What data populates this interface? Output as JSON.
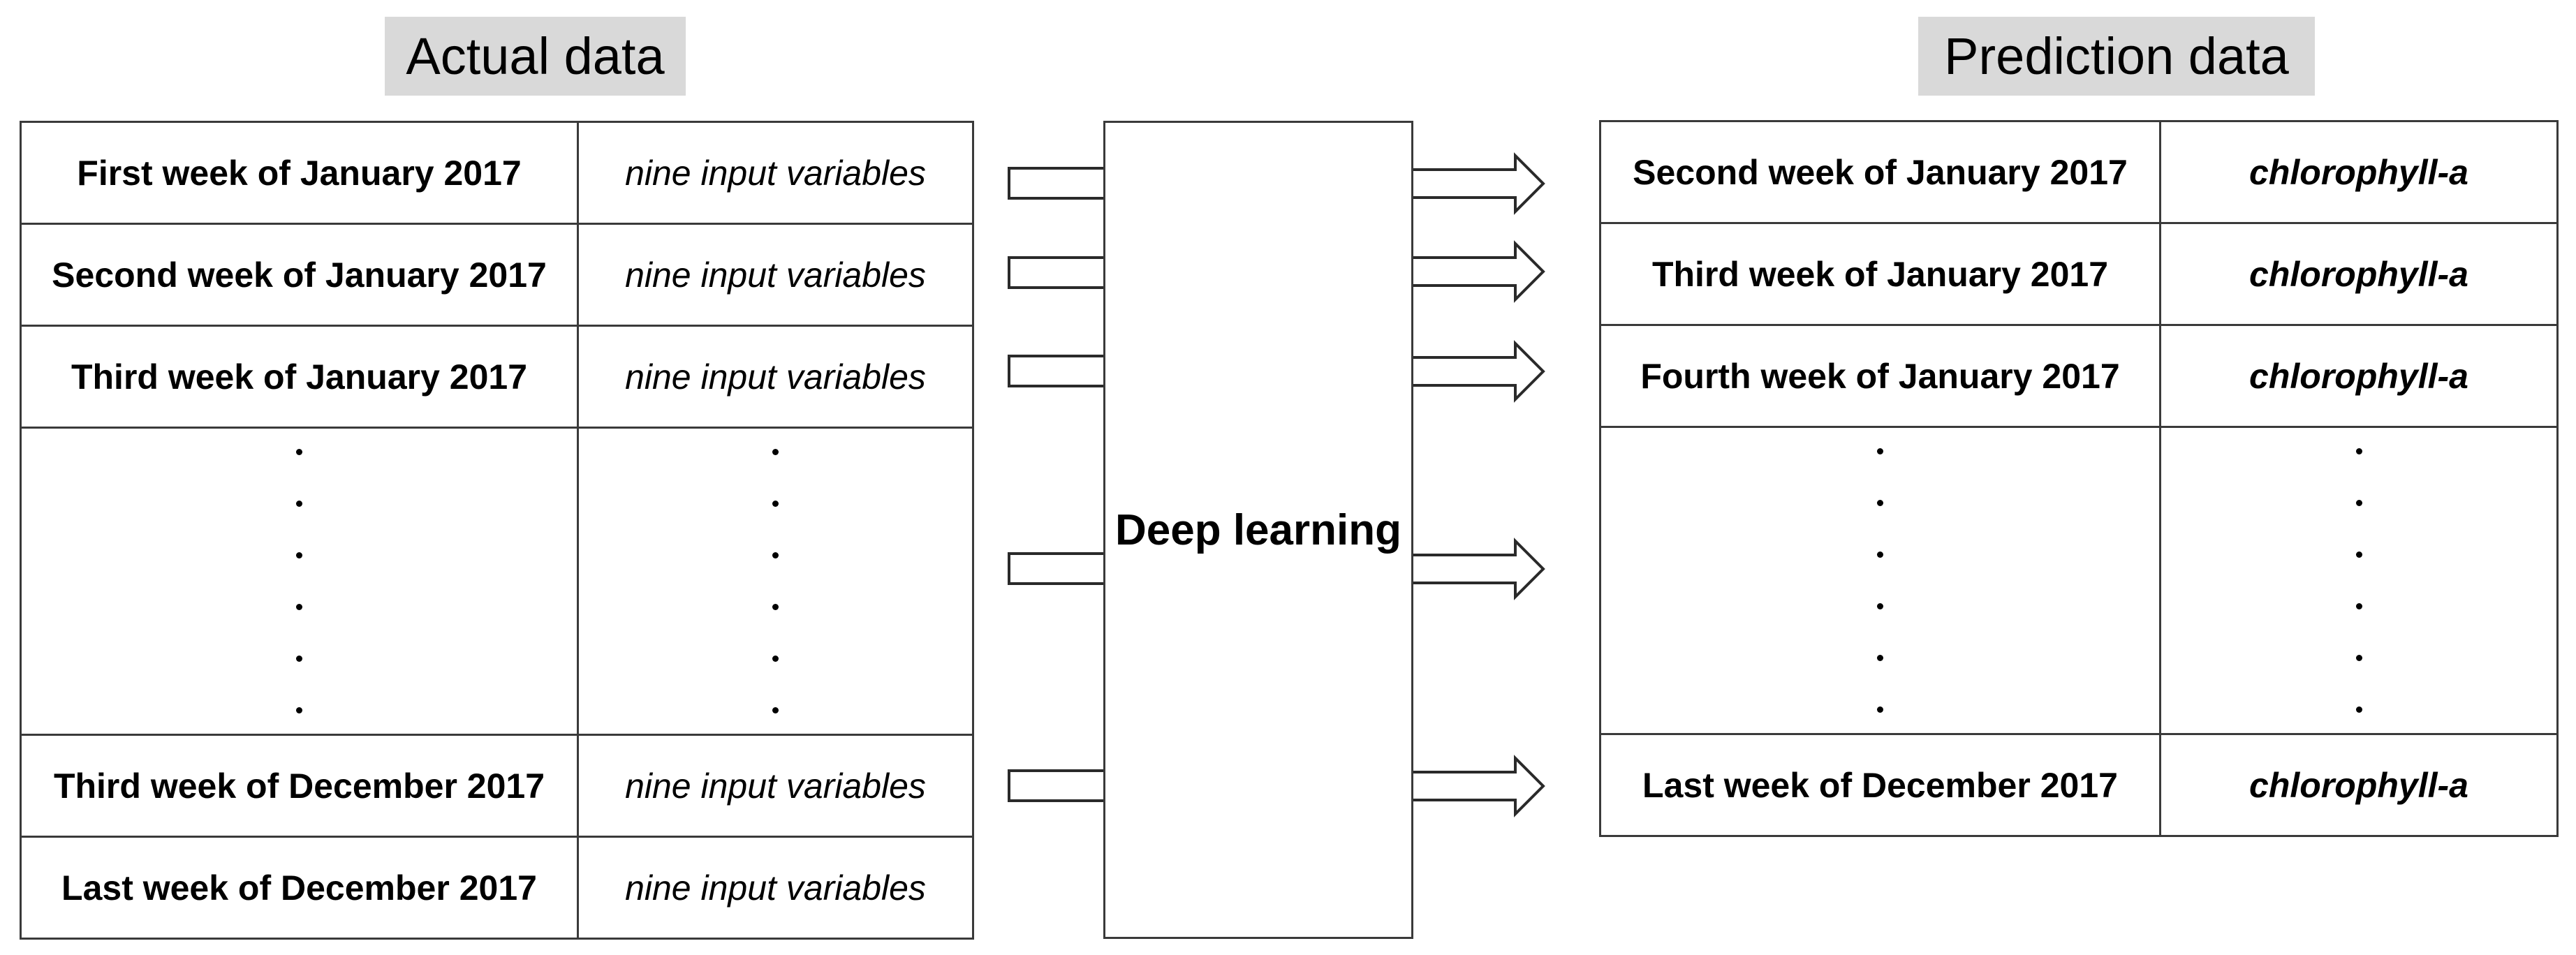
{
  "actual": {
    "title": "Actual data",
    "rows": [
      {
        "week": "First week of January 2017",
        "vars": "nine input variables"
      },
      {
        "week": "Second week of January 2017",
        "vars": "nine input variables"
      },
      {
        "week": "Third week of January 2017",
        "vars": "nine input variables"
      },
      {
        "week": "Third week of December 2017",
        "vars": "nine input variables"
      },
      {
        "week": "Last week of December 2017",
        "vars": "nine input variables"
      }
    ]
  },
  "model": {
    "label": "Deep learning"
  },
  "prediction": {
    "title": "Prediction data",
    "rows": [
      {
        "week": "Second week of January 2017",
        "target": "chlorophyll-a"
      },
      {
        "week": "Third week of January 2017",
        "target": "chlorophyll-a"
      },
      {
        "week": "Fourth week of January 2017",
        "target": "chlorophyll-a"
      },
      {
        "week": "Last week of December 2017",
        "target": "chlorophyll-a"
      }
    ]
  }
}
